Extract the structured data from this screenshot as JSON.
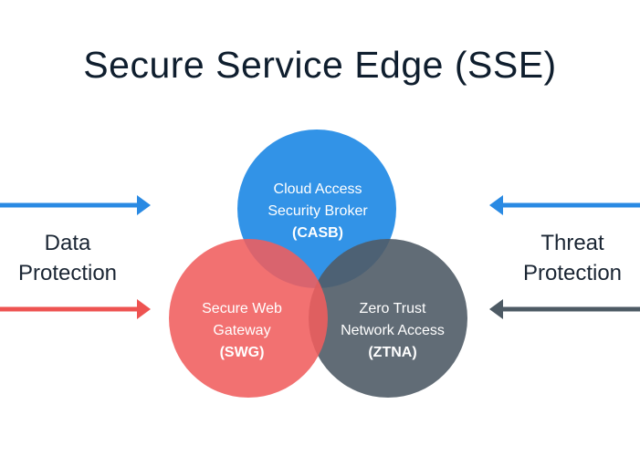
{
  "title": "Secure Service Edge (SSE)",
  "left_label": {
    "line1": "Data",
    "line2": "Protection"
  },
  "right_label": {
    "line1": "Threat",
    "line2": "Protection"
  },
  "circles": {
    "casb": {
      "line1": "Cloud Access",
      "line2": "Security Broker",
      "abbr": "(CASB)",
      "color": "#2b8fe6"
    },
    "swg": {
      "line1": "Secure Web",
      "line2": "Gateway",
      "abbr": "(SWG)",
      "color": "#f26b6b"
    },
    "ztna": {
      "line1": "Zero Trust",
      "line2": "Network Access",
      "abbr": "(ZTNA)",
      "color": "#515e69"
    }
  },
  "arrows": {
    "left_top_color": "#2a8ae3",
    "left_bottom_color": "#ee5351",
    "right_top_color": "#2a8ae3",
    "right_bottom_color": "#4d5a64"
  }
}
